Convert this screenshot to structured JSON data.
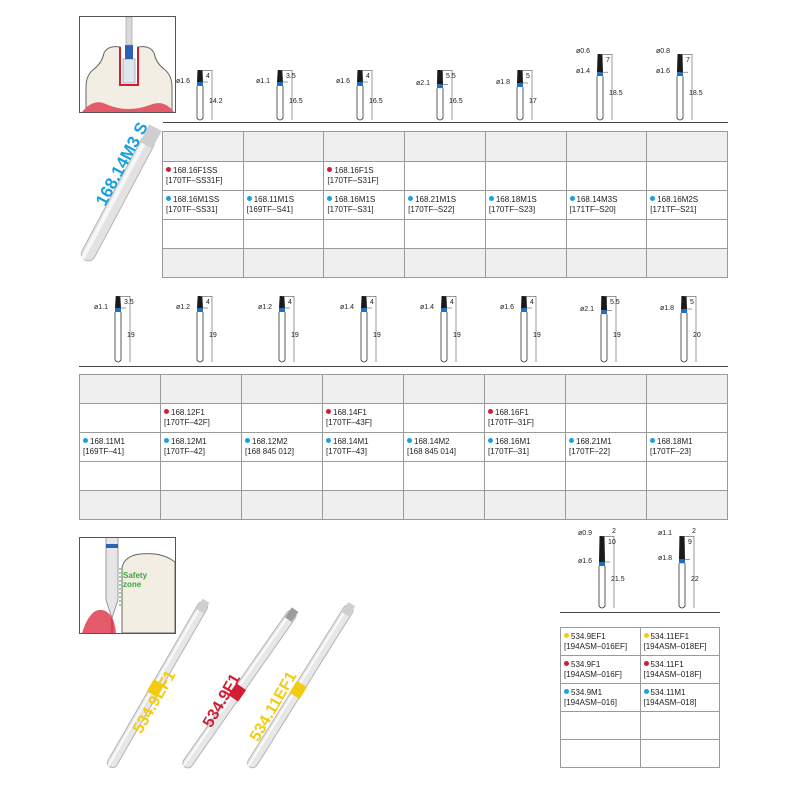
{
  "colors": {
    "blue": "#1aa0dc",
    "red": "#d21e32",
    "yellow": "#f2cc12",
    "grey": "#d4d4d4",
    "band_blue": "#1e6fc8"
  },
  "icons": {
    "top_illustration": "tooth-cavity-icon",
    "bottom_illustration": "tooth-safety-zone-icon"
  },
  "top_label": "168.14M3 S",
  "safety_zone_label": "Safety zone",
  "bur_labels": [
    "534.9EF1",
    "534.9F1",
    "534.11EF1"
  ],
  "section1": {
    "diagrams": [
      {
        "d": "ø1.6",
        "a": "4",
        "b": "14.2"
      },
      {
        "d": "ø1.1",
        "a": "3.5",
        "b": "16.5"
      },
      {
        "d": "ø1.6",
        "a": "4",
        "b": "16.5"
      },
      {
        "d": "ø2.1",
        "a": "5.5",
        "b": "16.5"
      },
      {
        "d": "ø1.8",
        "a": "5",
        "b": "17"
      },
      {
        "d": "ø1.4",
        "d2": "ø0.6",
        "a": "7",
        "b": "18.5"
      },
      {
        "d": "ø1.6",
        "d2": "ø0.8",
        "a": "7",
        "b": "18.5"
      }
    ],
    "rows": [
      [
        null,
        null,
        null,
        null,
        null,
        null,
        null
      ],
      [
        {
          "c": "red",
          "code": "168.16F1SS",
          "ref": "[170TF–SS31F]"
        },
        null,
        {
          "c": "red",
          "code": "168.16F1S",
          "ref": "[170TF–S31F]"
        },
        null,
        null,
        null,
        null
      ],
      [
        {
          "c": "blue",
          "code": "168.16M1SS",
          "ref": "[170TF–SS31]"
        },
        {
          "c": "blue",
          "code": "168.11M1S",
          "ref": "[169TF–S41]"
        },
        {
          "c": "blue",
          "code": "168.16M1S",
          "ref": "[170TF–S31]"
        },
        {
          "c": "blue",
          "code": "168.21M1S",
          "ref": "[170TF–S22]"
        },
        {
          "c": "blue",
          "code": "168.18M1S",
          "ref": "[170TF–S23]"
        },
        {
          "c": "blue",
          "code": "168.14M3S",
          "ref": "[171TF–S20]"
        },
        {
          "c": "blue",
          "code": "168.16M2S",
          "ref": "[171TF–S21]"
        }
      ],
      [
        null,
        null,
        null,
        null,
        null,
        null,
        null
      ],
      [
        null,
        null,
        null,
        null,
        null,
        null,
        null
      ]
    ]
  },
  "section2": {
    "diagrams": [
      {
        "d": "ø1.1",
        "a": "3.5",
        "b": "19"
      },
      {
        "d": "ø1.2",
        "a": "4",
        "b": "19"
      },
      {
        "d": "ø1.2",
        "a": "4",
        "b": "19"
      },
      {
        "d": "ø1.4",
        "a": "4",
        "b": "19"
      },
      {
        "d": "ø1.4",
        "a": "4",
        "b": "19"
      },
      {
        "d": "ø1.6",
        "a": "4",
        "b": "19"
      },
      {
        "d": "ø2.1",
        "a": "5.5",
        "b": "19"
      },
      {
        "d": "ø1.8",
        "a": "5",
        "b": "20"
      }
    ],
    "rows": [
      [
        null,
        null,
        null,
        null,
        null,
        null,
        null,
        null
      ],
      [
        null,
        {
          "c": "red",
          "code": "168.12F1",
          "ref": "[170TF–42F]"
        },
        null,
        {
          "c": "red",
          "code": "168.14F1",
          "ref": "[170TF–43F]"
        },
        null,
        {
          "c": "red",
          "code": "168.16F1",
          "ref": "[170TF–31F]"
        },
        null,
        null
      ],
      [
        {
          "c": "blue",
          "code": "168.11M1",
          "ref": "[169TF–41]"
        },
        {
          "c": "blue",
          "code": "168.12M1",
          "ref": "[170TF–42]"
        },
        {
          "c": "blue",
          "code": "168.12M2",
          "ref": "[168 845 012]"
        },
        {
          "c": "blue",
          "code": "168.14M1",
          "ref": "[170TF–43]"
        },
        {
          "c": "blue",
          "code": "168.14M2",
          "ref": "[168 845 014]"
        },
        {
          "c": "blue",
          "code": "168.16M1",
          "ref": "[170TF–31]"
        },
        {
          "c": "blue",
          "code": "168.21M1",
          "ref": "[170TF–22]"
        },
        {
          "c": "blue",
          "code": "168.18M1",
          "ref": "[170TF–23]"
        }
      ],
      [
        null,
        null,
        null,
        null,
        null,
        null,
        null,
        null
      ],
      [
        null,
        null,
        null,
        null,
        null,
        null,
        null,
        null
      ]
    ]
  },
  "section3": {
    "diagrams": [
      {
        "top": "2",
        "d2": "ø0.9",
        "d": "ø1.6",
        "a": "10",
        "b": "21.5"
      },
      {
        "top": "2",
        "d2": "ø1.1",
        "d": "ø1.8",
        "a": "9",
        "b": "22"
      }
    ],
    "rows": [
      [
        {
          "c": "yellow",
          "code": "534.9EF1",
          "ref": "[194ASM–016EF]"
        },
        {
          "c": "yellow",
          "code": "534.11EF1",
          "ref": "[194ASM–018EF]"
        }
      ],
      [
        {
          "c": "red",
          "code": "534.9F1",
          "ref": "[194ASM–016F]"
        },
        {
          "c": "red",
          "code": "534.11F1",
          "ref": "[194ASM–018F]"
        }
      ],
      [
        {
          "c": "blue",
          "code": "534.9M1",
          "ref": "[194ASM–016]"
        },
        {
          "c": "blue",
          "code": "534.11M1",
          "ref": "[194ASM–018]"
        }
      ],
      [
        null,
        null
      ],
      [
        null,
        null
      ]
    ]
  }
}
